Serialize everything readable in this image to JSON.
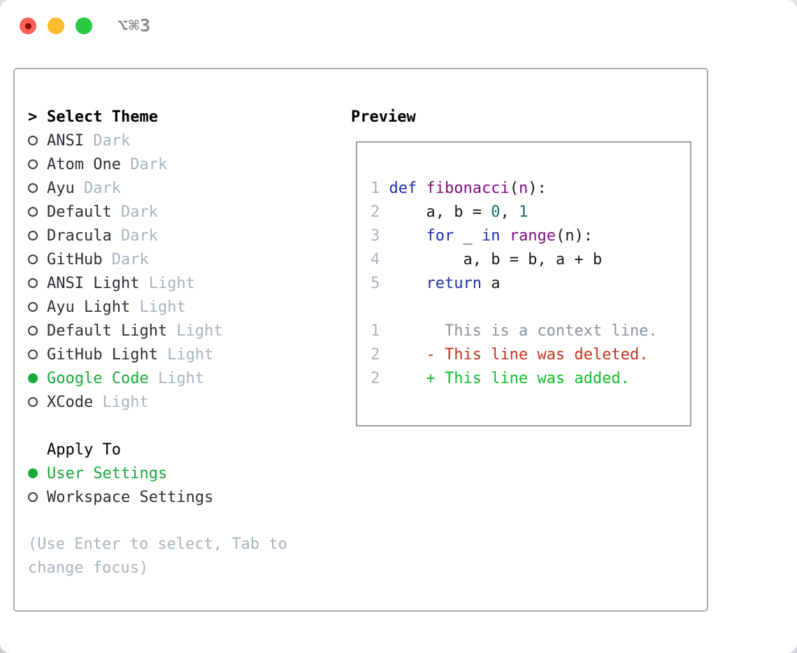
{
  "window": {
    "title": "⌥⌘3"
  },
  "titlebar_buttons": [
    {
      "name": "close",
      "color": "#ff5f57",
      "modified_dot": true
    },
    {
      "name": "minimize",
      "color": "#febc2e",
      "modified_dot": false
    },
    {
      "name": "zoom",
      "color": "#28c840",
      "modified_dot": false
    }
  ],
  "theme_list": {
    "header_prefix": ">",
    "header": "Select Theme",
    "items": [
      {
        "name": "ANSI",
        "variant": "Dark",
        "selected": false
      },
      {
        "name": "Atom One",
        "variant": "Dark",
        "selected": false
      },
      {
        "name": "Ayu",
        "variant": "Dark",
        "selected": false
      },
      {
        "name": "Default",
        "variant": "Dark",
        "selected": false
      },
      {
        "name": "Dracula",
        "variant": "Dark",
        "selected": false
      },
      {
        "name": "GitHub",
        "variant": "Dark",
        "selected": false
      },
      {
        "name": "ANSI Light",
        "variant": "Light",
        "selected": false
      },
      {
        "name": "Ayu Light",
        "variant": "Light",
        "selected": false
      },
      {
        "name": "Default Light",
        "variant": "Light",
        "selected": false
      },
      {
        "name": "GitHub Light",
        "variant": "Light",
        "selected": false
      },
      {
        "name": "Google Code",
        "variant": "Light",
        "selected": true
      },
      {
        "name": "XCode",
        "variant": "Light",
        "selected": false
      }
    ]
  },
  "apply_to": {
    "header": "Apply To",
    "options": [
      {
        "label": "User Settings",
        "selected": true
      },
      {
        "label": "Workspace Settings",
        "selected": false
      }
    ]
  },
  "hint_lines": [
    "(Use Enter to select, Tab to",
    "change focus)"
  ],
  "preview": {
    "header": "Preview",
    "code_lines": [
      [
        {
          "t": "1 ",
          "s": "lno"
        },
        {
          "t": "def",
          "s": "kw"
        },
        {
          "t": " ",
          "s": "pl"
        },
        {
          "t": "fibonacci",
          "s": "fn"
        },
        {
          "t": "(",
          "s": "pl"
        },
        {
          "t": "n",
          "s": "fn"
        },
        {
          "t": "):",
          "s": "pl"
        }
      ],
      [
        {
          "t": "2 ",
          "s": "lno"
        },
        {
          "t": "    a, b = ",
          "s": "pl"
        },
        {
          "t": "0",
          "s": "nm"
        },
        {
          "t": ", ",
          "s": "pl"
        },
        {
          "t": "1",
          "s": "nm"
        }
      ],
      [
        {
          "t": "3 ",
          "s": "lno"
        },
        {
          "t": "    ",
          "s": "pl"
        },
        {
          "t": "for",
          "s": "kw"
        },
        {
          "t": " _ ",
          "s": "pl"
        },
        {
          "t": "in",
          "s": "kw"
        },
        {
          "t": " ",
          "s": "pl"
        },
        {
          "t": "range",
          "s": "fn"
        },
        {
          "t": "(n):",
          "s": "pl"
        }
      ],
      [
        {
          "t": "4 ",
          "s": "lno"
        },
        {
          "t": "        a, b = b, a + b",
          "s": "pl"
        }
      ],
      [
        {
          "t": "5 ",
          "s": "lno"
        },
        {
          "t": "    ",
          "s": "pl"
        },
        {
          "t": "return",
          "s": "kw"
        },
        {
          "t": " a",
          "s": "pl"
        }
      ],
      [],
      [
        {
          "t": "1 ",
          "s": "lno"
        },
        {
          "t": "      This is a context line.",
          "s": "ctx"
        }
      ],
      [
        {
          "t": "2 ",
          "s": "lno"
        },
        {
          "t": "    - This line was deleted.",
          "s": "del"
        }
      ],
      [
        {
          "t": "2 ",
          "s": "lno"
        },
        {
          "t": "    + This line was added.",
          "s": "add"
        }
      ]
    ]
  },
  "colors": {
    "selection_green": "#17a93a",
    "keyword_blue": "#1f2eae",
    "function_purple": "#800d80",
    "number_teal": "#0e6e6e",
    "deleted_red": "#c2331f",
    "added_green": "#10bd29",
    "muted_gray": "#a9b2bd",
    "panel_border": "#a9afb9",
    "traffic_red": "#ff5f57",
    "traffic_yellow": "#febc2e",
    "traffic_green": "#28c840"
  }
}
